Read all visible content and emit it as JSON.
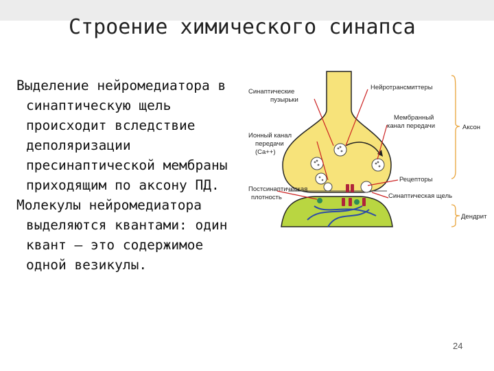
{
  "slide": {
    "title": "Строение химического синапса",
    "paragraphs": [
      "Выделение нейромедиатора в синаптическую щель происходит вследствие деполяризации пресинаптической мембраны приходящим по аксону ПД.",
      "Молекулы нейромедиатора выделяются квантами: один квант – это содержимое одной везикулы."
    ],
    "page_number": "24"
  },
  "diagram": {
    "labels": {
      "vesicles": [
        "Синаптические",
        "пузырьки"
      ],
      "ion_channel": [
        "Ионный канал",
        "передачи",
        "(Ca++)"
      ],
      "postsynaptic_density": [
        "Постсинаптическая",
        "плотность"
      ],
      "neurotransmitters": "Нейротрансмиттеры",
      "membrane_channel": [
        "Мембранный",
        "канал передачи"
      ],
      "axon": "Аксон",
      "receptors": "Рецепторы",
      "synaptic_cleft": "Синаптическая  щель",
      "dendrite": "Дендрит"
    },
    "colors": {
      "axon_fill": "#f7e37a",
      "dendrite_fill": "#b9d641",
      "outline": "#222222",
      "receptor": "#b0243a",
      "channel": "#2e8b57",
      "arrow": "#cc2222",
      "bracket": "#e8a33a"
    }
  }
}
